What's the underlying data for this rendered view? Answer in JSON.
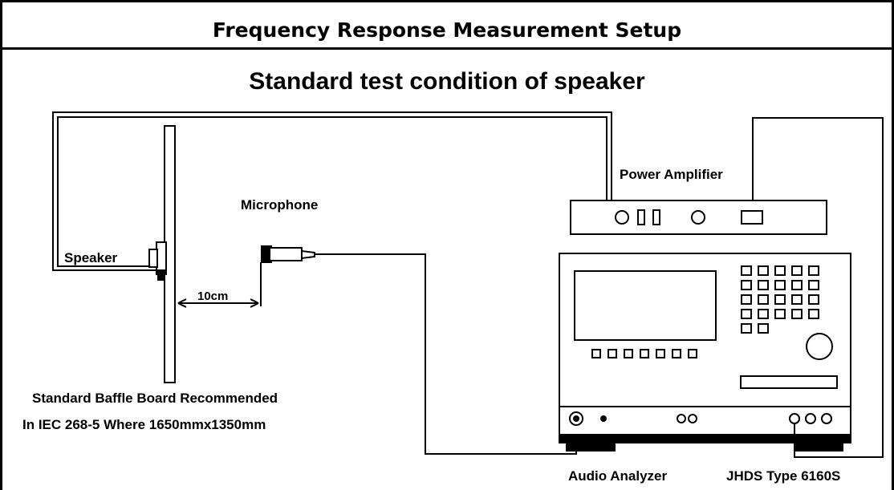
{
  "header": {
    "title": "Frequency Response Measurement Setup"
  },
  "diagram": {
    "subtitle": "Standard test condition of speaker",
    "labels": {
      "power_amplifier": "Power Amplifier",
      "microphone": "Microphone",
      "speaker": "Speaker",
      "distance": "10cm",
      "baffle_line1": "Standard Baffle Board Recommended",
      "baffle_line2": "In IEC 268-5 Where 1650mmx1350mm",
      "audio_analyzer": "Audio Analyzer",
      "analyzer_model": "JHDS Type 6160S"
    }
  }
}
